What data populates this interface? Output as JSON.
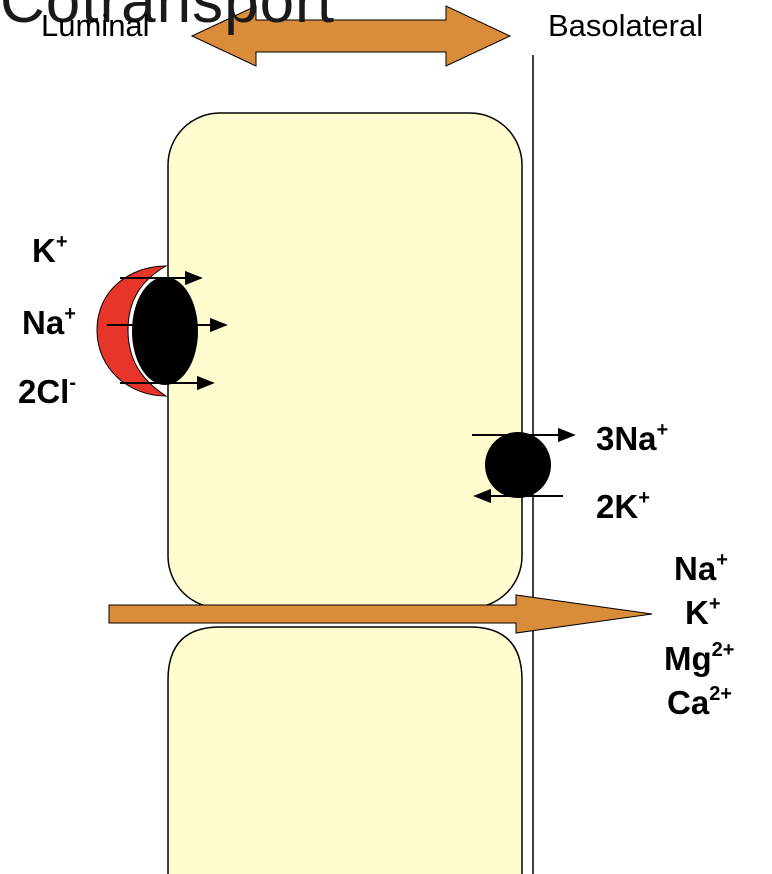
{
  "header": {
    "title_fragment": "Cotransport",
    "luminal_label": "Luminal",
    "basolateral_label": "Basolateral"
  },
  "apical_transporter": {
    "ions": [
      {
        "base": "K",
        "charge": "+"
      },
      {
        "base": "Na",
        "charge": "+"
      },
      {
        "base": "2Cl",
        "charge": "-"
      }
    ]
  },
  "basolateral_pump": {
    "ions": [
      {
        "base": "3Na",
        "charge": "+"
      },
      {
        "base": "2K",
        "charge": "+"
      }
    ]
  },
  "paracellular": {
    "ions": [
      {
        "base": "Na",
        "charge": "+"
      },
      {
        "base": "K",
        "charge": "+"
      },
      {
        "base": "Mg",
        "charge": "2+"
      },
      {
        "base": "Ca",
        "charge": "2+"
      }
    ]
  },
  "colors": {
    "cell_fill": "#FFFDD0",
    "arrow_orange": "#D98C3A",
    "transporter_red": "#E8352A",
    "black": "#000000"
  }
}
